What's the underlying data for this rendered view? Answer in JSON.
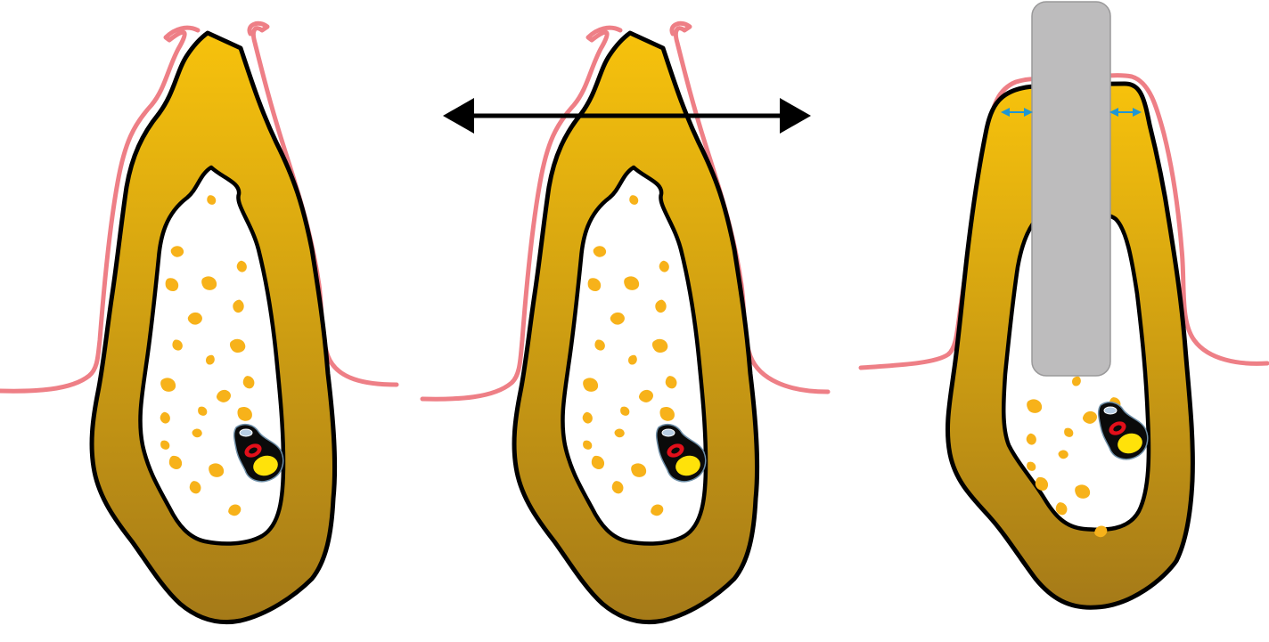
{
  "colors": {
    "background": "#ffffff",
    "gum_line": "#ee7f86",
    "bone_gradient_top": "#f7c20c",
    "bone_gradient_bottom": "#a57a18",
    "outline": "#000000",
    "marrow": "#ffffff",
    "trabecula": "#f7b21a",
    "canal_outer": "#0a0a0a",
    "canal_vein": "#b7cde3",
    "canal_artery": "#e20f1a",
    "canal_nerve": "#ffe20a",
    "implant_fill": "#bdbcbd",
    "implant_stroke": "#9a999a",
    "expansion_arrow": "#000000",
    "gap_arrow": "#1f96d4"
  },
  "panels": [
    {
      "name": "ridge-original"
    },
    {
      "name": "ridge-expansion"
    },
    {
      "name": "ridge-implant"
    }
  ]
}
